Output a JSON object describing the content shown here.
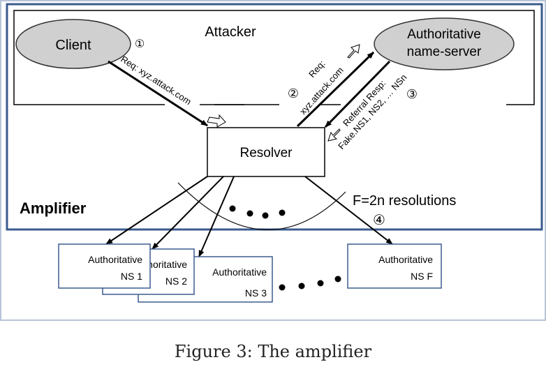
{
  "diagram": {
    "attacker_label": "Attacker",
    "client_label": "Client",
    "auth_ns_label_line1": "Authoritative",
    "auth_ns_label_line2": "name-server",
    "resolver_label": "Resolver",
    "amplifier_label": "Amplifier",
    "step1_marker": "①",
    "step1_label": "Req: xyz.attack.com",
    "step2_marker": "②",
    "step2_label_line1": "Req:",
    "step2_label_line2": "xyz.attack.com",
    "step3_marker": "③",
    "step3_label_line1": "Referral Resp:",
    "step3_label_line2": "Fake.NS1, NS2, … NSn",
    "step4_marker": "④",
    "resolutions_label": "F=2n  resolutions",
    "ns_boxes": [
      {
        "line1": "Authoritative",
        "line2": "NS 1"
      },
      {
        "line1": "Authoritative",
        "line2": "NS 2"
      },
      {
        "line1": "Authoritative",
        "line2": "NS 3"
      },
      {
        "line1": "Authoritative",
        "line2": "NS F"
      }
    ],
    "colors": {
      "amplifier_border": "#3b5b8f",
      "ellipse_fill": "#d0d0d0",
      "ns_box_border": "#3b5b8f",
      "frame_border": "#b8c4d8"
    }
  },
  "caption": "Figure 3: The amplifier"
}
